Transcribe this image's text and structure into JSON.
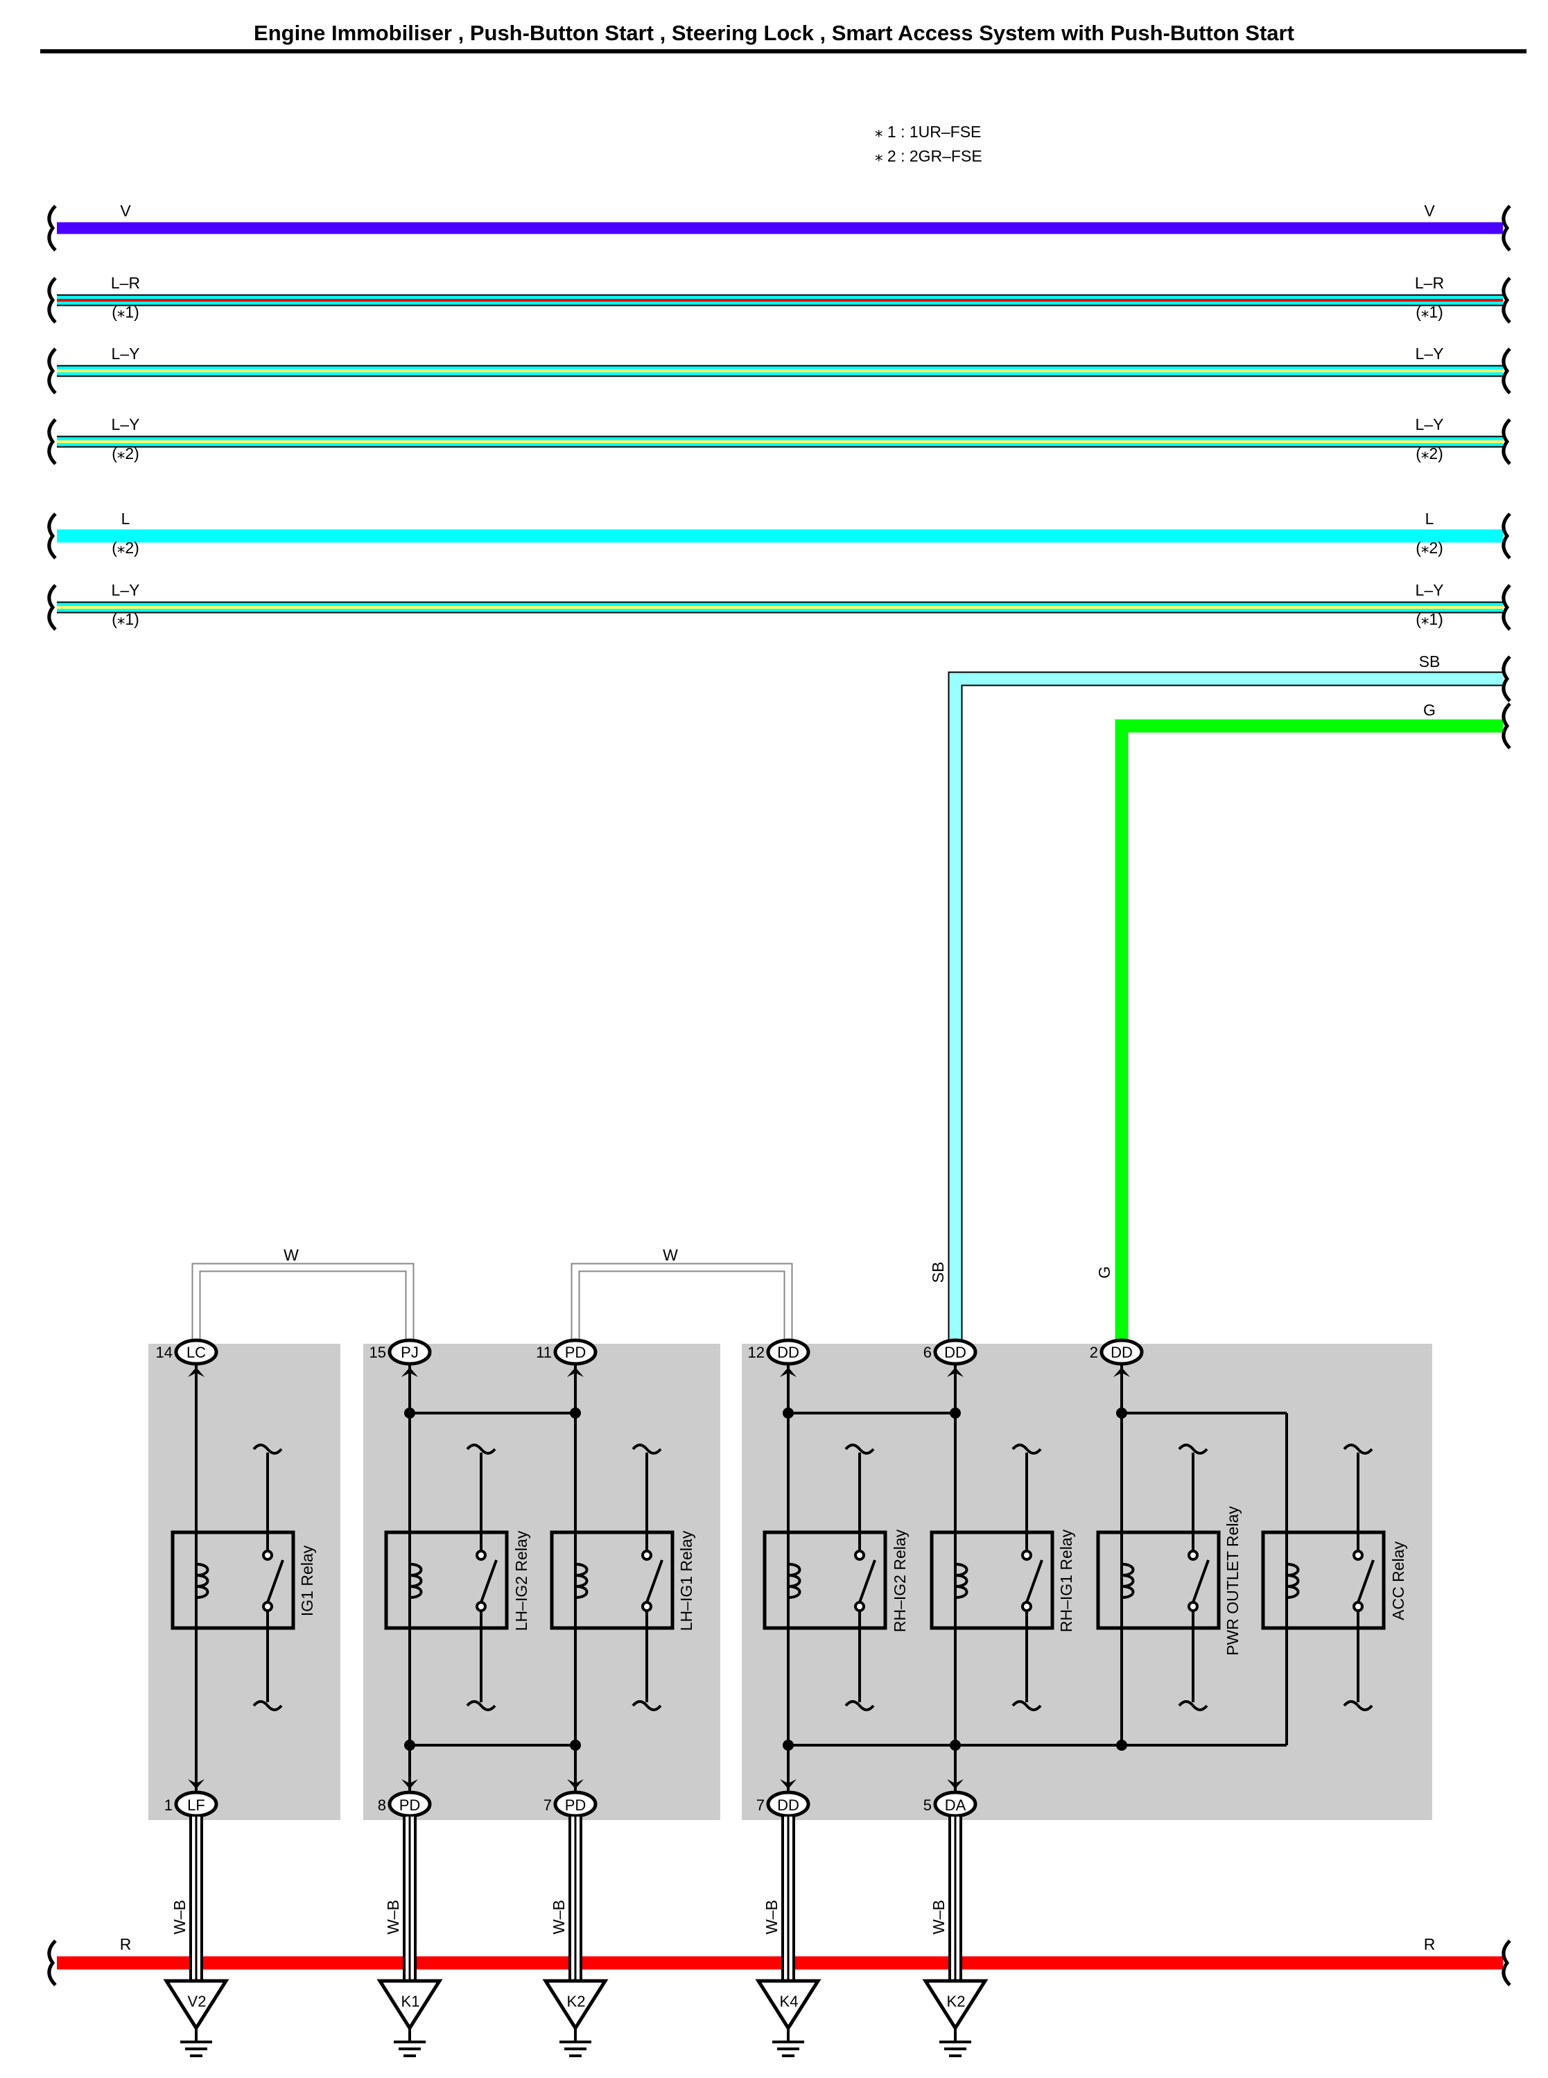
{
  "title": "Engine Immobiliser , Push-Button Start , Steering Lock , Smart Access System with Push-Button Start",
  "notes": [
    "⁎ 1 : 1UR–FSE",
    "⁎ 2 : 2GR–FSE"
  ],
  "colors": {
    "V": "#4b00ff",
    "L": "#00ffff",
    "R": "#ff0000",
    "Y": "#ffff66",
    "SB": "#99ffff",
    "G": "#00ff00",
    "W": "#ffffff",
    "B": "#000000",
    "box": "#cccccc"
  },
  "bus_wires": [
    {
      "label": "V",
      "note": "",
      "style": "V"
    },
    {
      "label": "L–R",
      "note": "(⁎1)",
      "style": "L-R"
    },
    {
      "label": "L–Y",
      "note": "",
      "style": "L-Y"
    },
    {
      "label": "L–Y",
      "note": "(⁎2)",
      "style": "L-Y"
    },
    {
      "label": "L",
      "note": "(⁎2)",
      "style": "L"
    },
    {
      "label": "L–Y",
      "note": "(⁎1)",
      "style": "L-Y"
    }
  ],
  "feed_wires": {
    "sb": "SB",
    "g": "G"
  },
  "jumper_label": "W",
  "ground_wire_label": "W–B",
  "bottom_bus_label": "R",
  "top_pins": [
    {
      "num": "14",
      "code": "LC"
    },
    {
      "num": "15",
      "code": "PJ"
    },
    {
      "num": "11",
      "code": "PD"
    },
    {
      "num": "12",
      "code": "DD"
    },
    {
      "num": "6",
      "code": "DD"
    },
    {
      "num": "2",
      "code": "DD"
    }
  ],
  "bottom_pins": [
    {
      "num": "1",
      "code": "LF"
    },
    {
      "num": "8",
      "code": "PD"
    },
    {
      "num": "7",
      "code": "PD"
    },
    {
      "num": "7",
      "code": "DD"
    },
    {
      "num": "5",
      "code": "DA"
    }
  ],
  "relays": [
    "IG1 Relay",
    "LH–IG2 Relay",
    "LH–IG1 Relay",
    "RH–IG2 Relay",
    "RH–IG1 Relay",
    "PWR OUTLET Relay",
    "ACC Relay"
  ],
  "grounds": [
    "V2",
    "K1",
    "K2",
    "K4",
    "K2"
  ]
}
